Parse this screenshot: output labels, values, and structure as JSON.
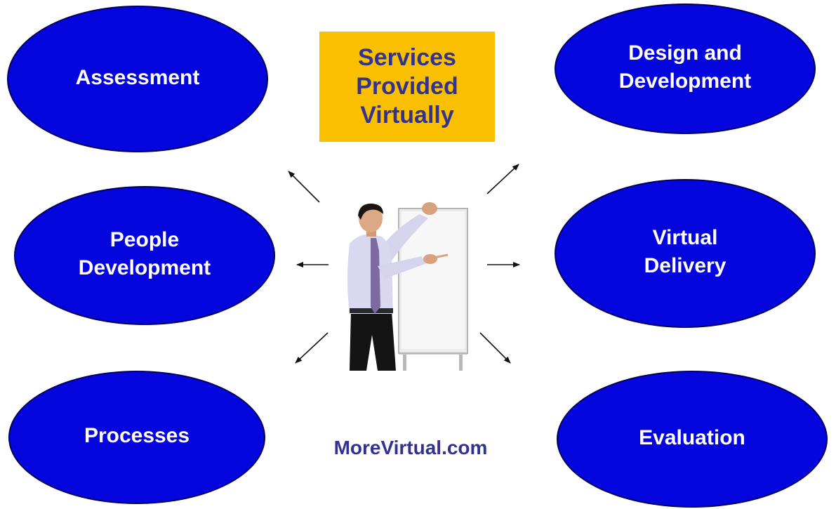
{
  "diagram": {
    "title": "Services\nProvided\nVirtually",
    "website": "MoreVirtual.com",
    "nodes": [
      {
        "id": "assessment",
        "label": "Assessment"
      },
      {
        "id": "design",
        "label": "Design and\nDevelopment"
      },
      {
        "id": "people",
        "label": "People\nDevelopment"
      },
      {
        "id": "delivery",
        "label": "Virtual\nDelivery"
      },
      {
        "id": "processes",
        "label": "Processes"
      },
      {
        "id": "evaluation",
        "label": "Evaluation"
      }
    ]
  },
  "colors": {
    "ellipse_fill": "#0505dd",
    "ellipse_text": "#ffffff",
    "title_fill": "#fac000",
    "title_text": "#33338f",
    "website_text": "#33338f"
  }
}
